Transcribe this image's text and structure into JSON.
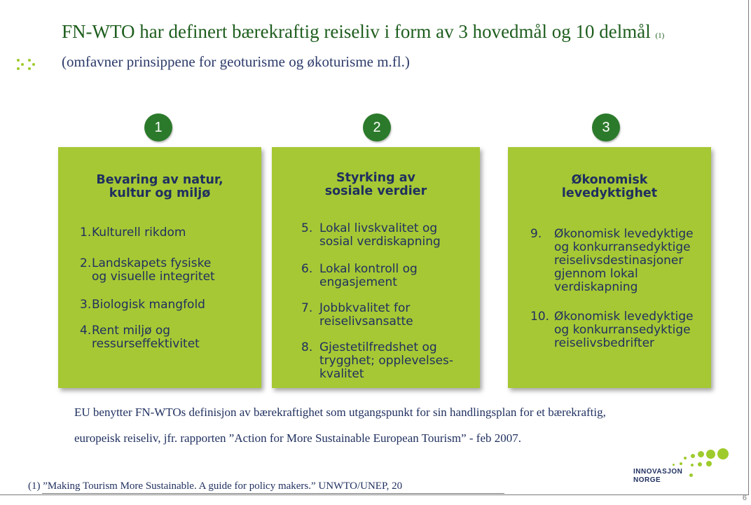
{
  "title": {
    "text": "FN-WTO har definert bærekraftig reiseliv i form av 3 hovedmål og 10 delmål",
    "sup": "(1)"
  },
  "subtitle": "(omfavner prinsippene for geoturisme og økoturisme m.fl.)",
  "goals": [
    {
      "number": "1",
      "heading_lines": [
        "Bevaring av natur,",
        "kultur og miljø"
      ],
      "items": [
        {
          "num": "1.",
          "lines": [
            "Kulturell rikdom"
          ]
        },
        {
          "num": "2.",
          "lines": [
            "Landskapets fysiske",
            "og visuelle integritet"
          ]
        },
        {
          "num": "3.",
          "lines": [
            "Biologisk mangfold"
          ]
        },
        {
          "num": "4.",
          "lines": [
            "Rent miljø og",
            "ressurseffektivitet"
          ]
        }
      ]
    },
    {
      "number": "2",
      "heading_lines": [
        "Styrking av",
        "sosiale verdier"
      ],
      "items": [
        {
          "num": "5.",
          "lines": [
            "Lokal livskvalitet og",
            "sosial verdiskapning"
          ]
        },
        {
          "num": "6.",
          "lines": [
            "Lokal kontroll og",
            "engasjement"
          ]
        },
        {
          "num": "7.",
          "lines": [
            "Jobbkvalitet for",
            "reiselivsansatte"
          ]
        },
        {
          "num": "8.",
          "lines": [
            "Gjestetilfredshet og",
            "trygghet; opplevelses-",
            "kvalitet"
          ]
        }
      ]
    },
    {
      "number": "3",
      "heading_lines": [
        "Økonomisk",
        "levedyktighet"
      ],
      "items": [
        {
          "num": "9.",
          "lines": [
            "Økonomisk levedyktige",
            "og konkurransedyktige",
            "reiselivsdestinasjoner",
            "gjennom lokal",
            "verdiskapning"
          ]
        },
        {
          "num": "10.",
          "lines": [
            "Økonomisk levedyktige",
            "og konkurransedyktige",
            "reiselivsbedrifter"
          ]
        }
      ]
    }
  ],
  "eu_text": {
    "line1": "EU benytter FN-WTOs definisjon av bærekraftighet som utgangspunkt for sin handlingsplan for et bærekraftig,",
    "line2": "europeisk reiseliv, jfr. rapporten ”Action for More Sustainable European Tourism” - feb 2007."
  },
  "footnote": "(1) ”Making Tourism More Sustainable. A guide for policy makers.” UNWTO/UNEP, 20",
  "logo": {
    "line1": "INNOVASJON",
    "line2": "NORGE"
  },
  "page_number": "6",
  "colors": {
    "box": "#a6c834",
    "number_circle": "#2b7a2b",
    "title": "#1e5e1e",
    "text": "#1f2f5f",
    "dots": "#9ecb2c"
  }
}
